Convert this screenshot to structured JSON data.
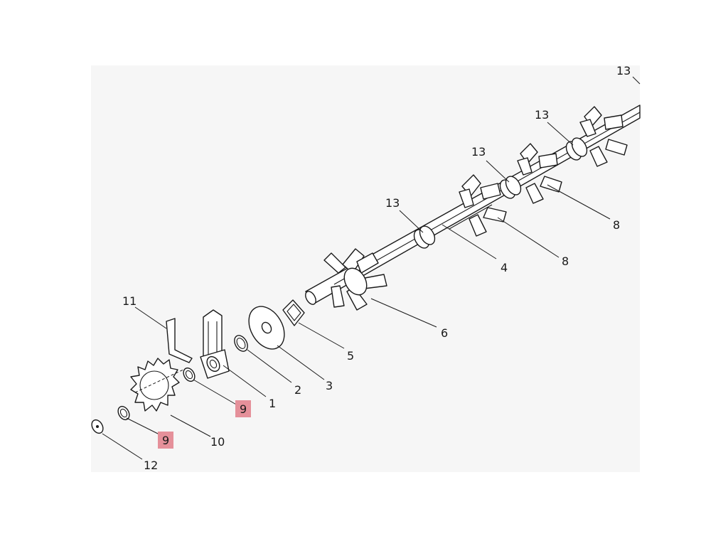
{
  "callouts": {
    "c1": "1",
    "c2": "2",
    "c3": "3",
    "c4": "4",
    "c5": "5",
    "c6": "6",
    "c8a": "8",
    "c8b": "8",
    "c9a": "9",
    "c9b": "9",
    "c10": "10",
    "c11": "11",
    "c12": "12",
    "c13a": "13",
    "c13b": "13",
    "c13c": "13",
    "c13d": "13"
  },
  "colors": {
    "highlight": "#e5909a",
    "panel": "#f6f6f6",
    "line": "#1a1a1a"
  }
}
